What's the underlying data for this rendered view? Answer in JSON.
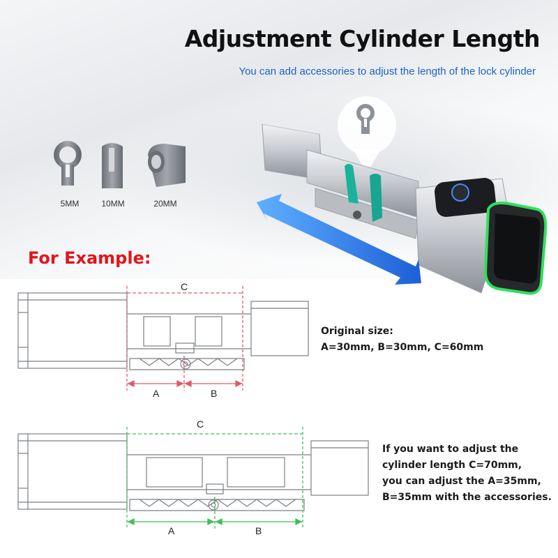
{
  "header": {
    "title": "Adjustment Cylinder Length",
    "subtitle": "You can add accessories to adjust the length of the lock cylinder"
  },
  "accessories": [
    {
      "label": "5MM",
      "icon": "clip-5mm-icon"
    },
    {
      "label": "10MM",
      "icon": "clip-10mm-icon"
    },
    {
      "label": "20MM",
      "icon": "clip-20mm-icon"
    }
  ],
  "example": {
    "heading": "For Example:",
    "diagram1": {
      "label_c": "C",
      "label_a": "A",
      "label_b": "B",
      "note": [
        "Original size:",
        "A=30mm, B=30mm, C=60mm"
      ]
    },
    "diagram2": {
      "label_c": "C",
      "label_a": "A",
      "label_b": "B",
      "note": [
        "If you want to adjust the",
        "cylinder length C=70mm,",
        "you can adjust the A=35mm,",
        "B=35mm with the accessories."
      ]
    }
  },
  "colors": {
    "title": "#111111",
    "subtitle": "#1a64c8",
    "example_heading": "#e3141b",
    "dim_red": "#e05a6a",
    "dim_green": "#3fbf5a",
    "accessory_teal": "#1ab39a",
    "accessory_gray": "#8a8f96",
    "ring_green": "#2fe05a",
    "arrow_blue": "#2b7de9"
  }
}
